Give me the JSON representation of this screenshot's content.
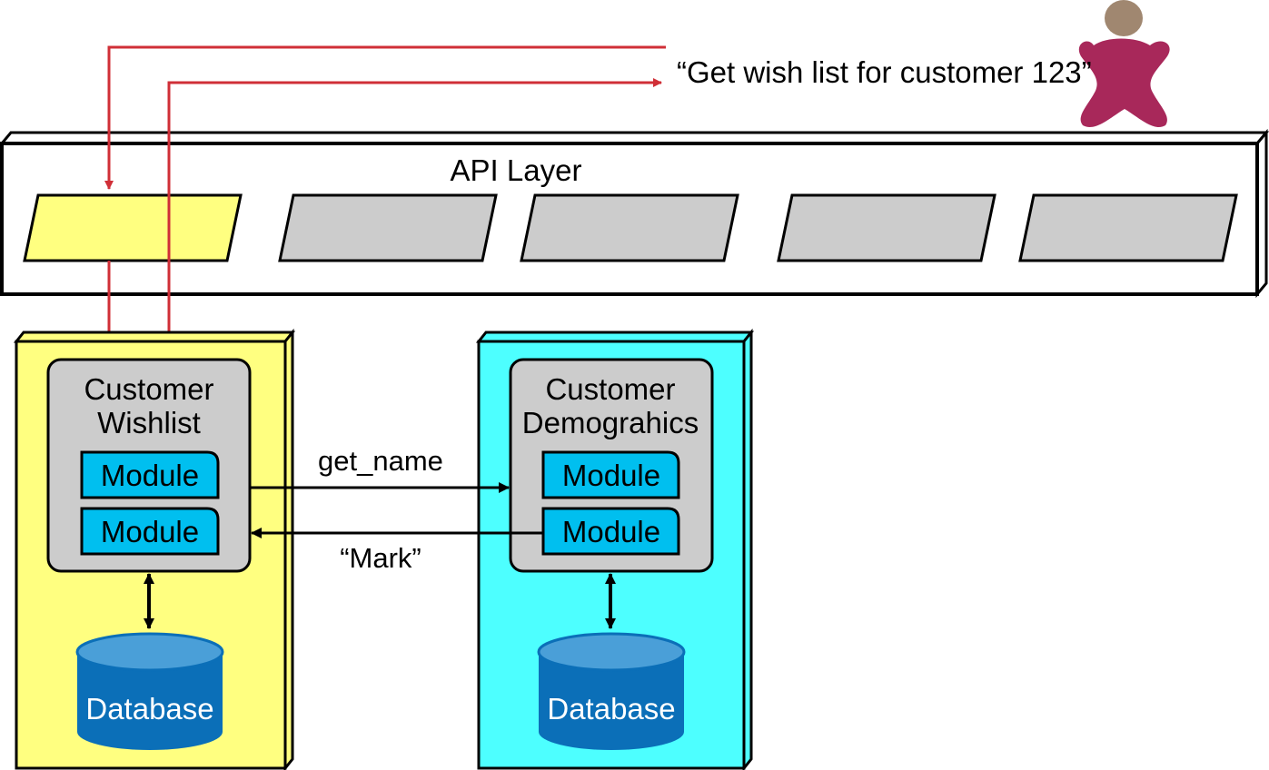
{
  "request": {
    "text": "“Get wish list for customer 123”"
  },
  "user": {
    "icon": "person-icon",
    "head_color": "#A08770",
    "body_color": "#A8285A"
  },
  "api_layer": {
    "title": "API Layer",
    "endpoint_count": 5,
    "active_color": "#FFFF80",
    "inactive_color": "#CCCCCC"
  },
  "services": [
    {
      "name_line1": "Customer",
      "name_line2": "Wishlist",
      "color": "#FFFF80",
      "modules": [
        "Module",
        "Module"
      ],
      "database": "Database"
    },
    {
      "name_line1": "Customer",
      "name_line2": "Demograhics",
      "color": "#4DFFFF",
      "modules": [
        "Module",
        "Module"
      ],
      "database": "Database"
    }
  ],
  "calls": {
    "request": "get_name",
    "response": "“Mark”"
  },
  "colors": {
    "module": "#00BFEF",
    "database": "#0B6FB8",
    "database_top": "#4A9FD8",
    "request_arrow": "#D02F37"
  }
}
